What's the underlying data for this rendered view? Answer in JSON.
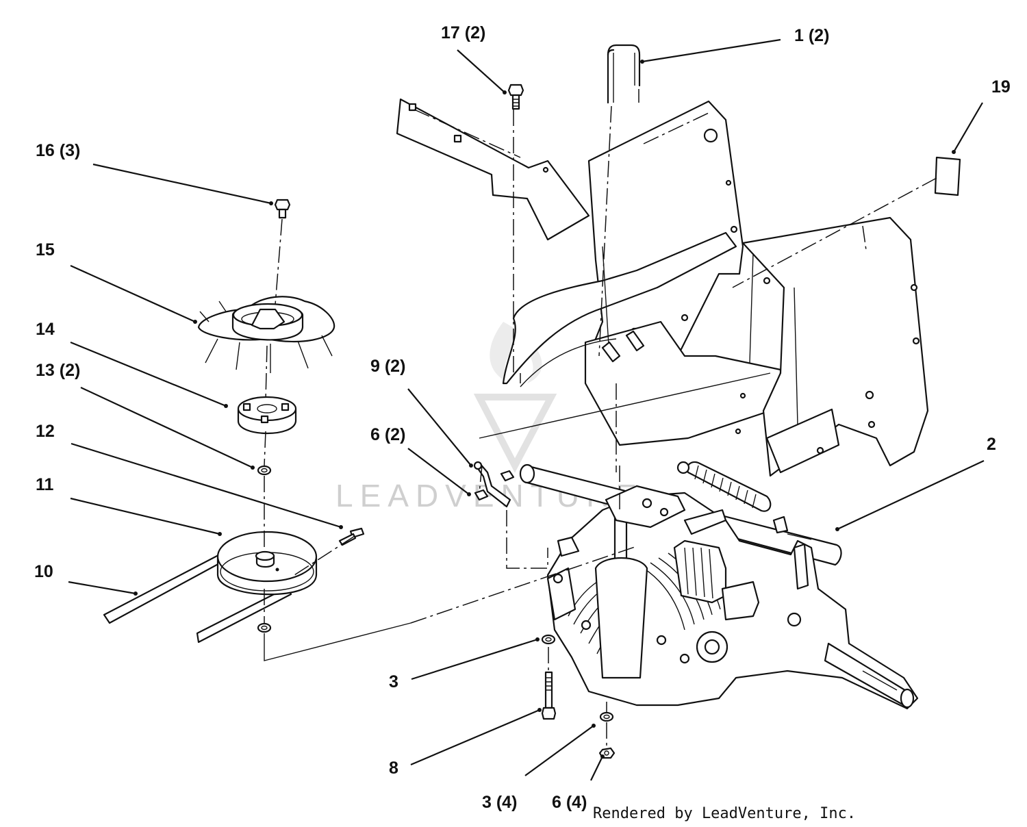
{
  "callouts": [
    {
      "id": "17",
      "label": "17 (2)"
    },
    {
      "id": "1",
      "label": "1 (2)"
    },
    {
      "id": "19",
      "label": "19"
    },
    {
      "id": "16",
      "label": "16 (3)"
    },
    {
      "id": "15",
      "label": "15"
    },
    {
      "id": "14",
      "label": "14"
    },
    {
      "id": "13",
      "label": "13 (2)"
    },
    {
      "id": "9",
      "label": "9 (2)"
    },
    {
      "id": "6a",
      "label": "6 (2)"
    },
    {
      "id": "12",
      "label": "12"
    },
    {
      "id": "11",
      "label": "11"
    },
    {
      "id": "2",
      "label": "2"
    },
    {
      "id": "10",
      "label": "10"
    },
    {
      "id": "3a",
      "label": "3"
    },
    {
      "id": "8",
      "label": "8"
    },
    {
      "id": "3b",
      "label": "3 (4)"
    },
    {
      "id": "6b",
      "label": "6 (4)"
    }
  ],
  "credit": "Rendered by LeadVenture, Inc.",
  "watermark": "LEADVENTURE"
}
